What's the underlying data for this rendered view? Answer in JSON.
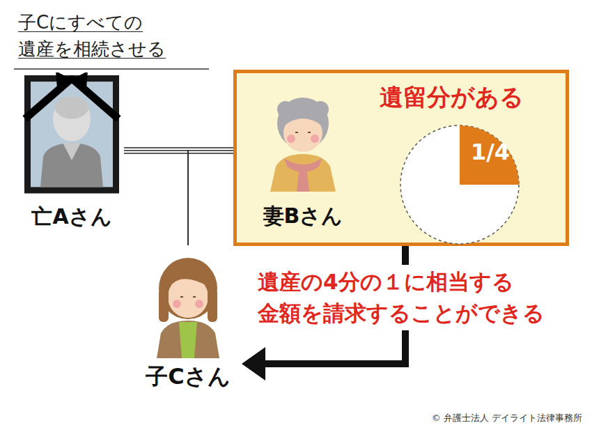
{
  "diagram": {
    "nodes": [
      {
        "text": [
          "亡Aさん"
        ]
      },
      {
        "text": [
          "遺留分がある"
        ]
      },
      {
        "text": [
          "妻Bさん"
        ],
        "in": 1
      },
      {
        "text": [
          "1/4"
        ],
        "in": 1
      },
      {
        "text": [
          "子Cさん"
        ]
      }
    ],
    "edges": [
      {
        "from": 0,
        "to": 2,
        "arrow": "none"
      },
      {
        "from": 0,
        "to": 4,
        "arrow": "none"
      },
      {
        "from": 2,
        "to": 4,
        "arrow": "none"
      },
      {
        "from": 1,
        "to": 4,
        "arrow": "to",
        "label": "遺産の4分の１に相当する 金額を請求することができる"
      }
    ],
    "labels": [
      "子Cにすべての 遺産を相続させる",
      "© 弁護士法人 デイライト法律事務所"
    ]
  }
}
